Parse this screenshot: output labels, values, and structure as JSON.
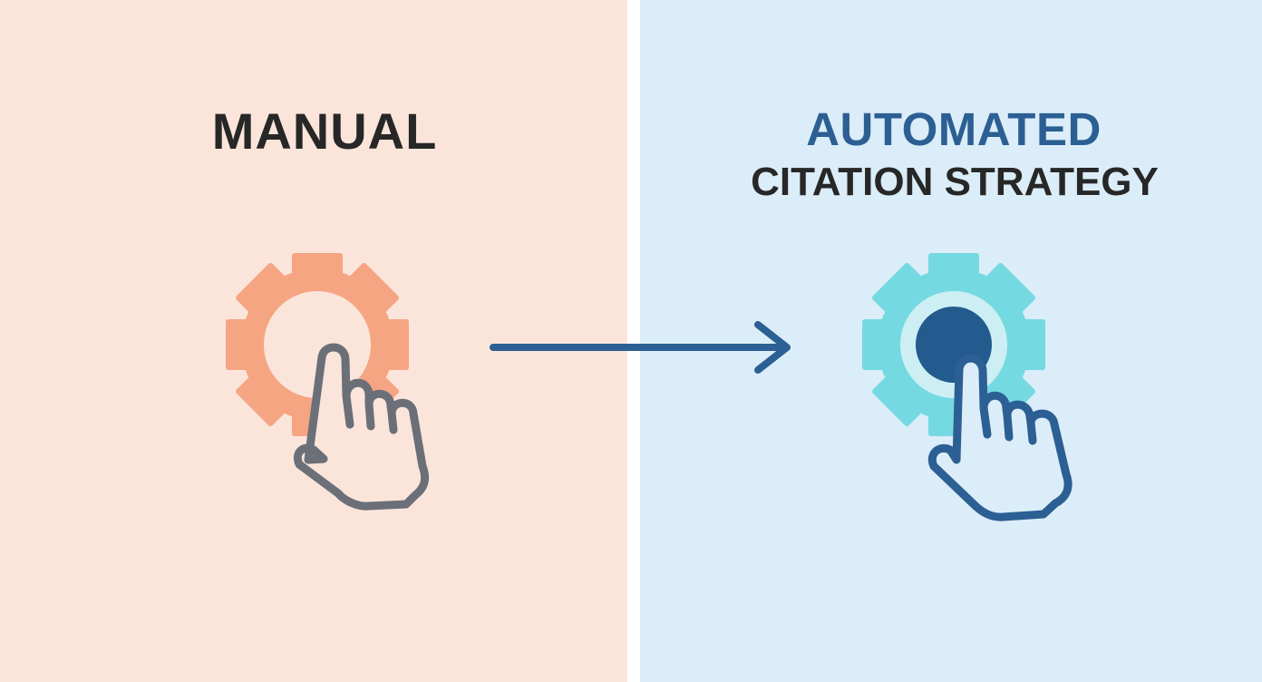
{
  "colors": {
    "left_background": "#fbe5da",
    "right_background": "#dbedf8",
    "manual_text": "#272727",
    "automated_text": "#2c5f93",
    "subheading_text": "#272727",
    "manual_gear": "#f5a582",
    "manual_hand_stroke": "#6b6f78",
    "automated_gear": "#75d9e2",
    "automated_center": "#245b8e",
    "automated_hand_stroke": "#2c5f93",
    "arrow": "#2c5f93"
  },
  "left_panel": {
    "title": "MANUAL",
    "icon": "gear-hand-click-icon"
  },
  "transition": {
    "icon": "arrow-right-icon"
  },
  "right_panel": {
    "title": "AUTOMATED",
    "subtitle": "CITATION STRATEGY",
    "icon": "gear-hand-click-icon"
  }
}
